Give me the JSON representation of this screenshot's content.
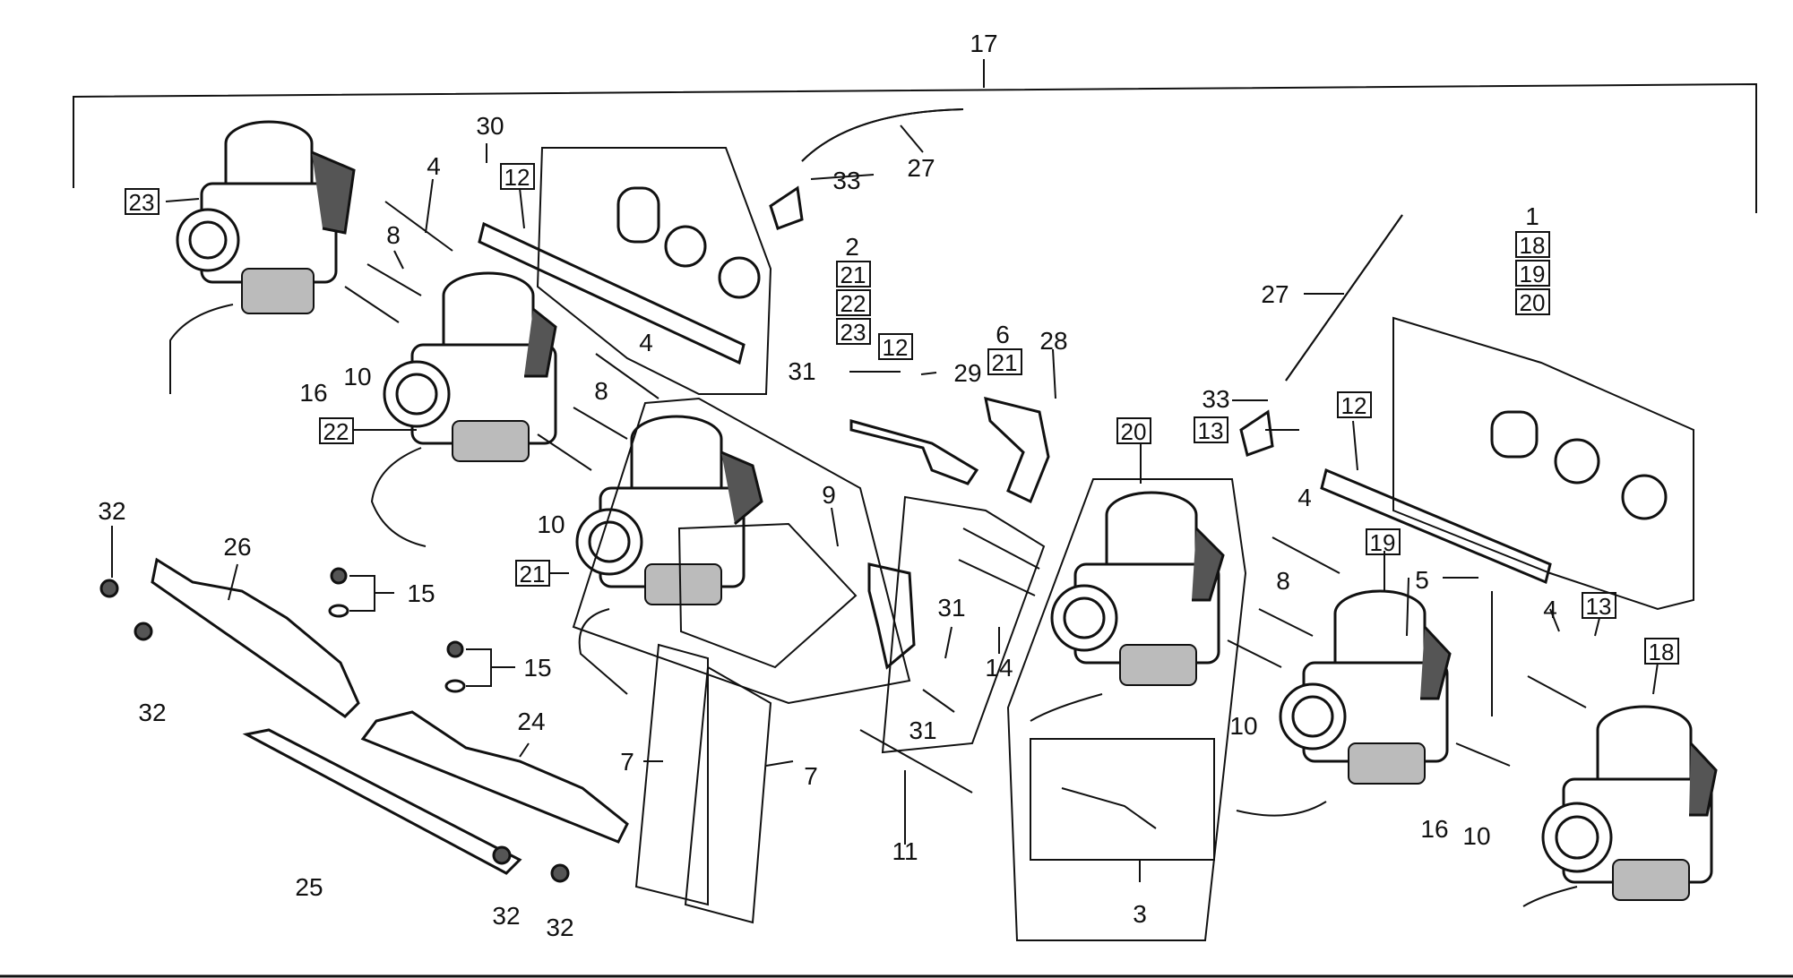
{
  "labels": {
    "l17": "17",
    "l23a": "23",
    "l30": "30",
    "l4a": "4",
    "l12a": "12",
    "l33a": "33",
    "l27a": "27",
    "l8a": "8",
    "l2": "2",
    "l21a": "21",
    "l22a": "22",
    "l23b": "23",
    "l4b": "4",
    "l16a": "16",
    "l10a": "10",
    "l22b": "22",
    "l8b": "8",
    "l12b": "12",
    "l31a": "31",
    "l29": "29",
    "l6": "6",
    "l21b": "21",
    "l28": "28",
    "l27b": "27",
    "l1": "1",
    "l18a": "18",
    "l19a": "19",
    "l20a": "20",
    "l33b": "33",
    "l13a": "13",
    "l12c": "12",
    "l20b": "20",
    "l10b": "10",
    "l32a": "32",
    "l26": "26",
    "l15a": "15",
    "l21c": "21",
    "l9": "9",
    "l4c": "4",
    "l19b": "19",
    "l8c": "8",
    "l5": "5",
    "l4d": "4",
    "l13b": "13",
    "l18b": "18",
    "l32b": "32",
    "l15b": "15",
    "l31b": "31",
    "l14": "14",
    "l31c": "31",
    "l10c": "10",
    "l24": "24",
    "l7a": "7",
    "l7b": "7",
    "l11": "11",
    "l16b": "16",
    "l10d": "10",
    "l25": "25",
    "l32c": "32",
    "l32d": "32",
    "l3": "3"
  }
}
